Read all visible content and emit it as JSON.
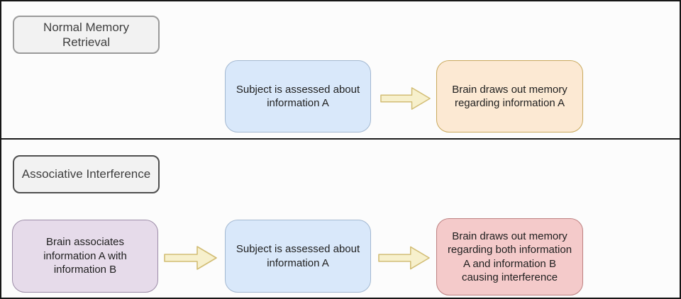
{
  "sections": [
    {
      "label": "Normal Memory Retrieval",
      "nodes": [
        {
          "text": "Subject is assessed about information A",
          "color": "blue"
        },
        {
          "text": "Brain draws out memory regarding information A",
          "color": "orange"
        }
      ]
    },
    {
      "label": "Associative Interference",
      "nodes": [
        {
          "text": "Brain associates information A with information B",
          "color": "purple"
        },
        {
          "text": "Subject is assessed about information A",
          "color": "blue"
        },
        {
          "text": "Brain draws out memory regarding both information A and information B causing interference",
          "color": "pink"
        }
      ]
    }
  ],
  "icons": {
    "connector": "right-block-arrow"
  },
  "palette": {
    "node_blue_fill": "#d9e8fa",
    "node_blue_border": "#a3b8d1",
    "node_orange_fill": "#fce9d3",
    "node_orange_border": "#c9a95d",
    "node_purple_fill": "#e6dbea",
    "node_purple_border": "#9c8ca7",
    "node_pink_fill": "#f4caca",
    "node_pink_border": "#bd8181",
    "arrow_fill": "#f7f0cc",
    "arrow_border": "#d2bd75",
    "label_fill": "#f2f2f2",
    "label_border_light": "#9a9a9a",
    "label_border_dark": "#4f4f4f",
    "divider": "#1c1c1c",
    "frame": "#161616",
    "background": "#fcfcfc"
  }
}
